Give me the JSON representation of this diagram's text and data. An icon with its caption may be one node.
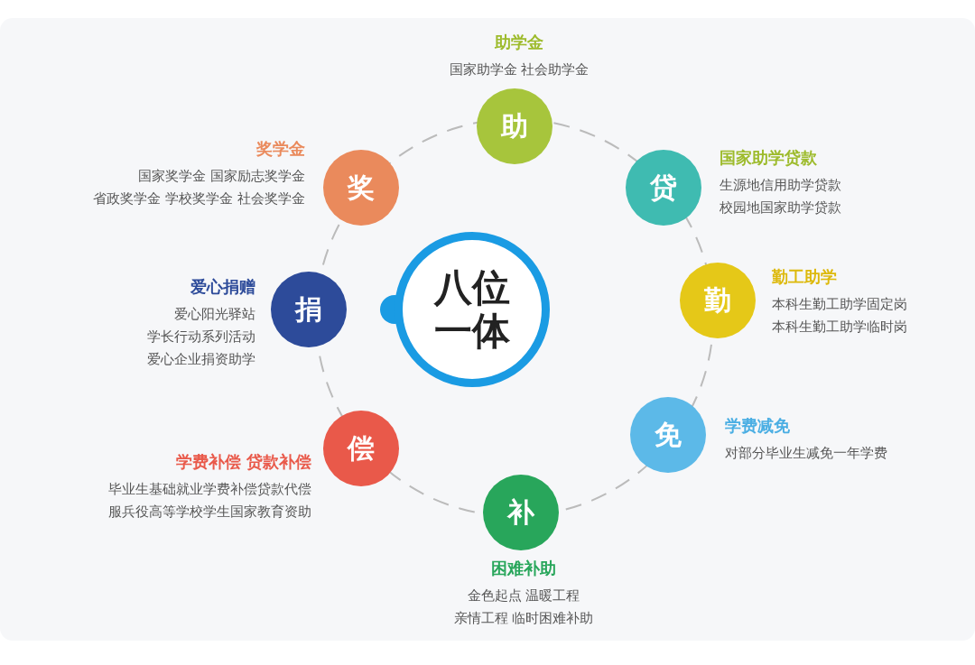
{
  "diagram": {
    "nodes": [
      {
        "text": [
          "八位一体"
        ]
      },
      {
        "text": [
          "助"
        ],
        "beside": [
          "助学金",
          "国家助学金  社会助学金"
        ]
      },
      {
        "text": [
          "贷"
        ],
        "beside": [
          "国家助学贷款",
          "生源地信用助学贷款",
          "校园地国家助学贷款"
        ]
      },
      {
        "text": [
          "勤"
        ],
        "beside": [
          "勤工助学",
          "本科生勤工助学固定岗",
          "本科生勤工助学临时岗"
        ]
      },
      {
        "text": [
          "免"
        ],
        "beside": [
          "学费减免",
          "对部分毕业生减免一年学费"
        ]
      },
      {
        "text": [
          "补"
        ],
        "beside": [
          "困难补助",
          "金色起点 温暖工程",
          "亲情工程  临时困难补助"
        ]
      },
      {
        "text": [
          "偿"
        ],
        "beside": [
          "学费补偿 贷款补偿",
          "毕业生基础就业学费补偿贷款代偿",
          "服兵役高等学校学生国家教育资助"
        ]
      },
      {
        "text": [
          "捐"
        ],
        "beside": [
          "爱心捐赠",
          "爱心阳光驿站",
          "学长行动系列活动",
          "爱心企业捐资助学"
        ]
      },
      {
        "text": [
          "奖"
        ],
        "beside": [
          "奖学金",
          "国家奖学金 国家励志奖学金",
          "省政奖学金 学校奖学金 社会奖学金"
        ]
      }
    ]
  }
}
